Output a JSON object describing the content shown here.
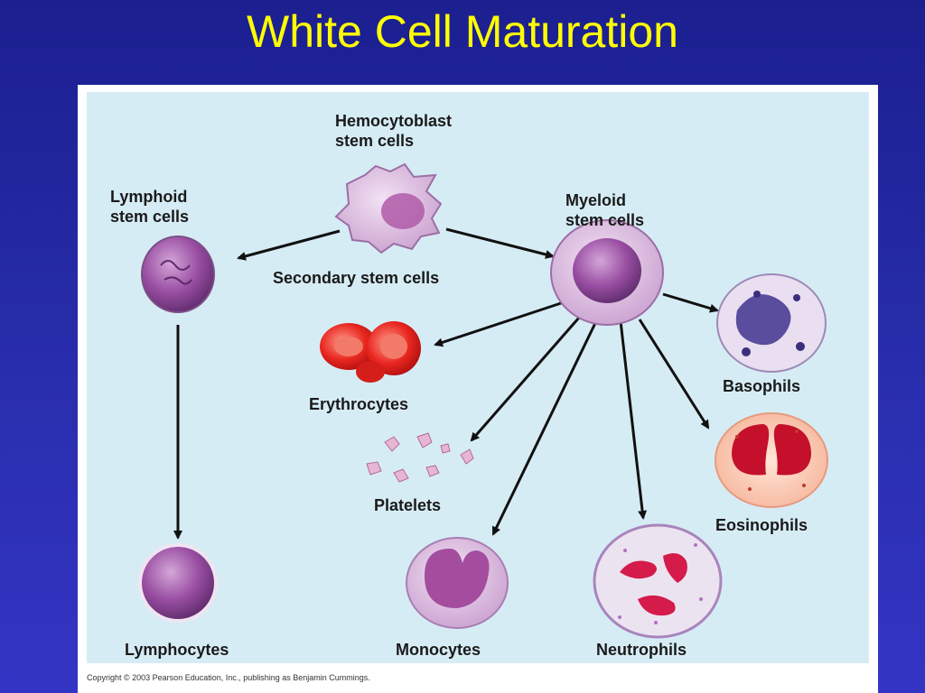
{
  "slide": {
    "title": "White Cell Maturation"
  },
  "diagram": {
    "labels": {
      "hemocytoblast_line1": "Hemocytoblast",
      "hemocytoblast_line2": "stem cells",
      "lymphoid_line1": "Lymphoid",
      "lymphoid_line2": "stem cells",
      "myeloid_line1": "Myeloid",
      "myeloid_line2": "stem cells",
      "secondary": "Secondary stem cells",
      "erythrocytes": "Erythrocytes",
      "platelets": "Platelets",
      "basophils": "Basophils",
      "eosinophils": "Eosinophils",
      "lymphocytes": "Lymphocytes",
      "monocytes": "Monocytes",
      "neutrophils": "Neutrophils"
    },
    "copyright": "Copyright © 2003 Pearson Education, Inc., publishing as Benjamin Cummings."
  }
}
